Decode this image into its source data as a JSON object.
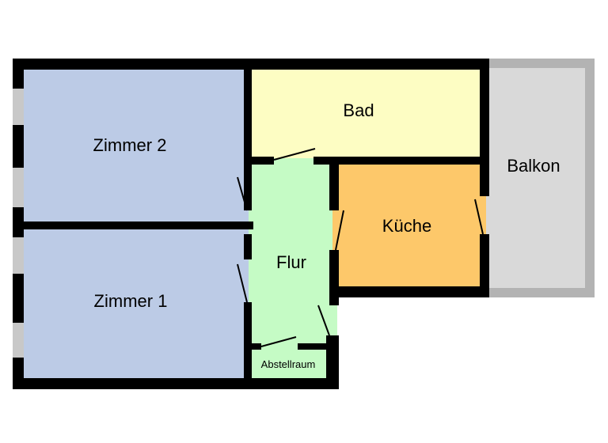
{
  "plan": {
    "rooms": {
      "zimmer2": {
        "label": "Zimmer 2",
        "color": "#bccbe6"
      },
      "zimmer1": {
        "label": "Zimmer 1",
        "color": "#bccbe6"
      },
      "bad": {
        "label": "Bad",
        "color": "#fdfdc3"
      },
      "flur": {
        "label": "Flur",
        "color": "#c5fbc5"
      },
      "kueche": {
        "label": "Küche",
        "color": "#fdc86a"
      },
      "abstellraum": {
        "label": "Abstellraum",
        "color": "#c5fbc5"
      },
      "balkon": {
        "label": "Balkon",
        "color": "#d9d9d9"
      }
    },
    "wall_color": "#000000",
    "balcony_wall_color": "#b3b3b3",
    "window_color": "#c8c8c8"
  }
}
